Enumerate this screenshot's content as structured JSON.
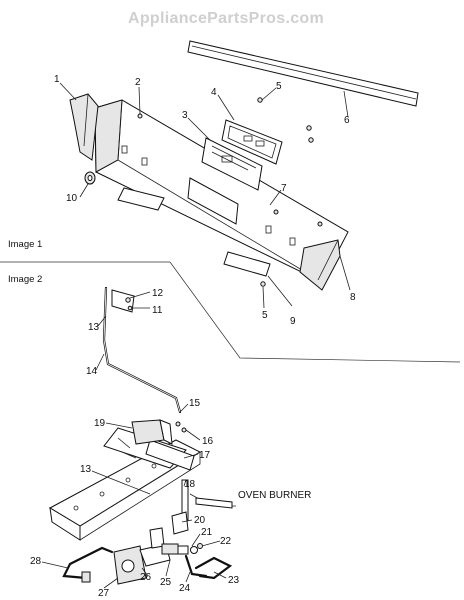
{
  "watermark": "AppliancePartsPros.com",
  "sections": [
    "Image 1",
    "Image 2"
  ],
  "callouts": {
    "c1": "1",
    "c2": "2",
    "c3": "3",
    "c4": "4",
    "c5a": "5",
    "c6": "6",
    "c7": "7",
    "c8": "8",
    "c9": "9",
    "c5b": "5",
    "c10": "10",
    "c11": "11",
    "c12": "12",
    "c13a": "13",
    "c14": "14",
    "c15": "15",
    "c16": "16",
    "c17": "17",
    "c13b": "13",
    "c18": "18",
    "c19": "19",
    "c20": "20",
    "c21": "21",
    "c22": "22",
    "c23": "23",
    "c24": "24",
    "c25": "25",
    "c26": "26",
    "c27": "27",
    "c28": "28"
  },
  "annotation": "OVEN BURNER"
}
